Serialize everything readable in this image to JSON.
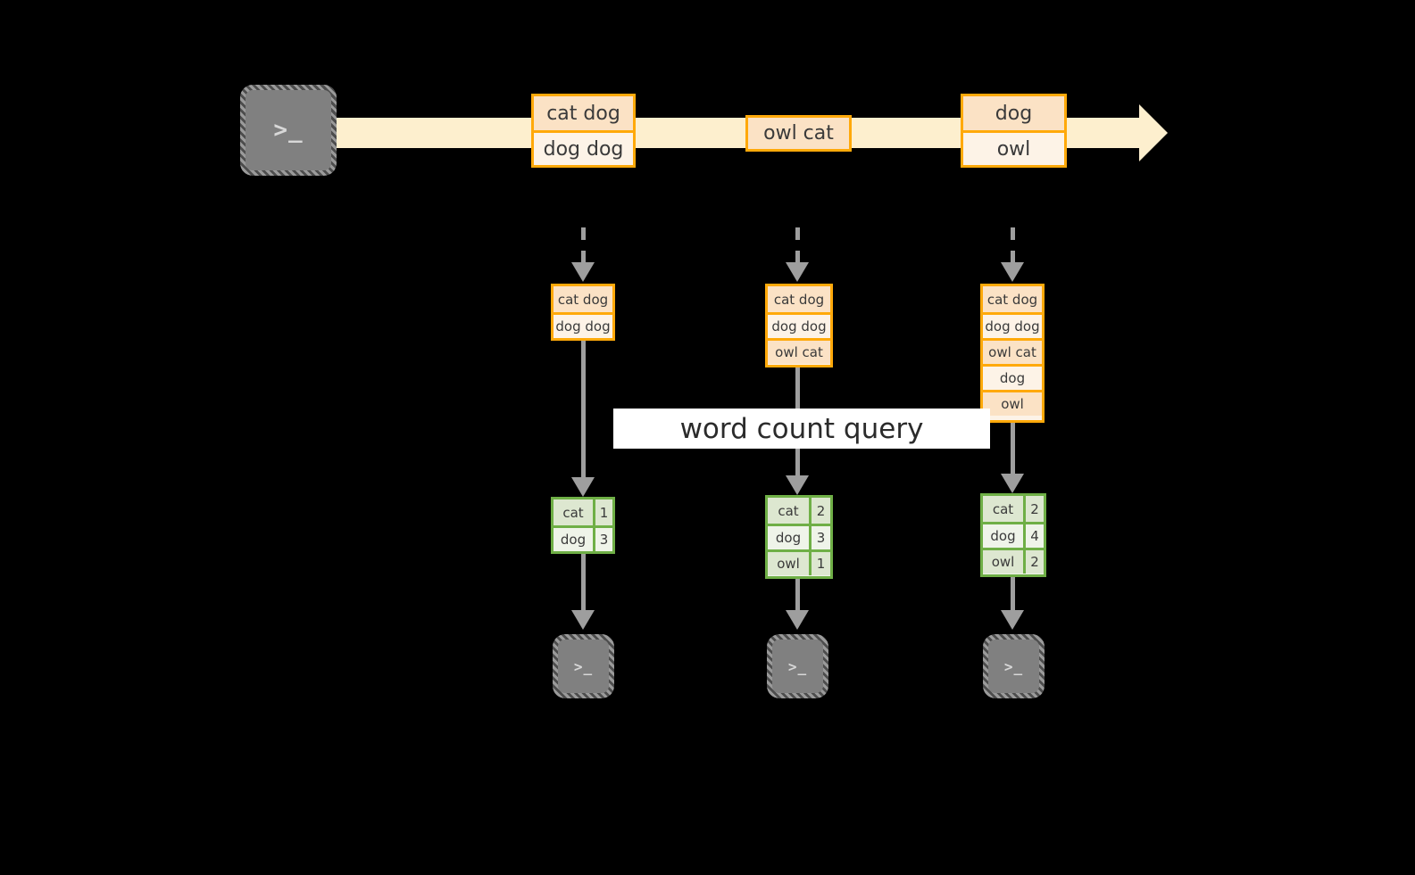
{
  "diagram": {
    "background": "#000000",
    "banner": {
      "label": "word count query"
    },
    "colors": {
      "stream_fill": "#fdefce",
      "table_border": "#ffa90a",
      "table_shade_a": "#fbe2c5",
      "table_shade_b": "#fdf3e7",
      "result_border": "#6faf46",
      "result_shade_a": "#dde7d0",
      "result_shade_b": "#eff4e9",
      "connector": "#9e9e9e",
      "terminal_fill": "#808080",
      "banner_fill": "#ffffff"
    },
    "source": {
      "icon": "terminal-icon",
      "glyph": ">_"
    },
    "stream": {
      "events": [
        {
          "id": "event-1",
          "lines": [
            "cat dog",
            "dog dog"
          ]
        },
        {
          "id": "event-2",
          "lines": [
            "owl cat"
          ]
        },
        {
          "id": "event-3",
          "lines": [
            "dog",
            "owl"
          ]
        }
      ]
    },
    "snapshots": [
      {
        "id": "snapshot-1",
        "input_rows": [
          "cat dog",
          "dog dog"
        ],
        "results": [
          {
            "word": "cat",
            "count": "1"
          },
          {
            "word": "dog",
            "count": "3"
          }
        ],
        "sink": {
          "icon": "terminal-icon",
          "glyph": ">_"
        }
      },
      {
        "id": "snapshot-2",
        "input_rows": [
          "cat dog",
          "dog dog",
          "owl cat"
        ],
        "results": [
          {
            "word": "cat",
            "count": "2"
          },
          {
            "word": "dog",
            "count": "3"
          },
          {
            "word": "owl",
            "count": "1"
          }
        ],
        "sink": {
          "icon": "terminal-icon",
          "glyph": ">_"
        }
      },
      {
        "id": "snapshot-3",
        "input_rows": [
          "cat dog",
          "dog dog",
          "owl cat",
          "dog",
          "owl"
        ],
        "results": [
          {
            "word": "cat",
            "count": "2"
          },
          {
            "word": "dog",
            "count": "4"
          },
          {
            "word": "owl",
            "count": "2"
          }
        ],
        "sink": {
          "icon": "terminal-icon",
          "glyph": ">_"
        }
      }
    ]
  }
}
